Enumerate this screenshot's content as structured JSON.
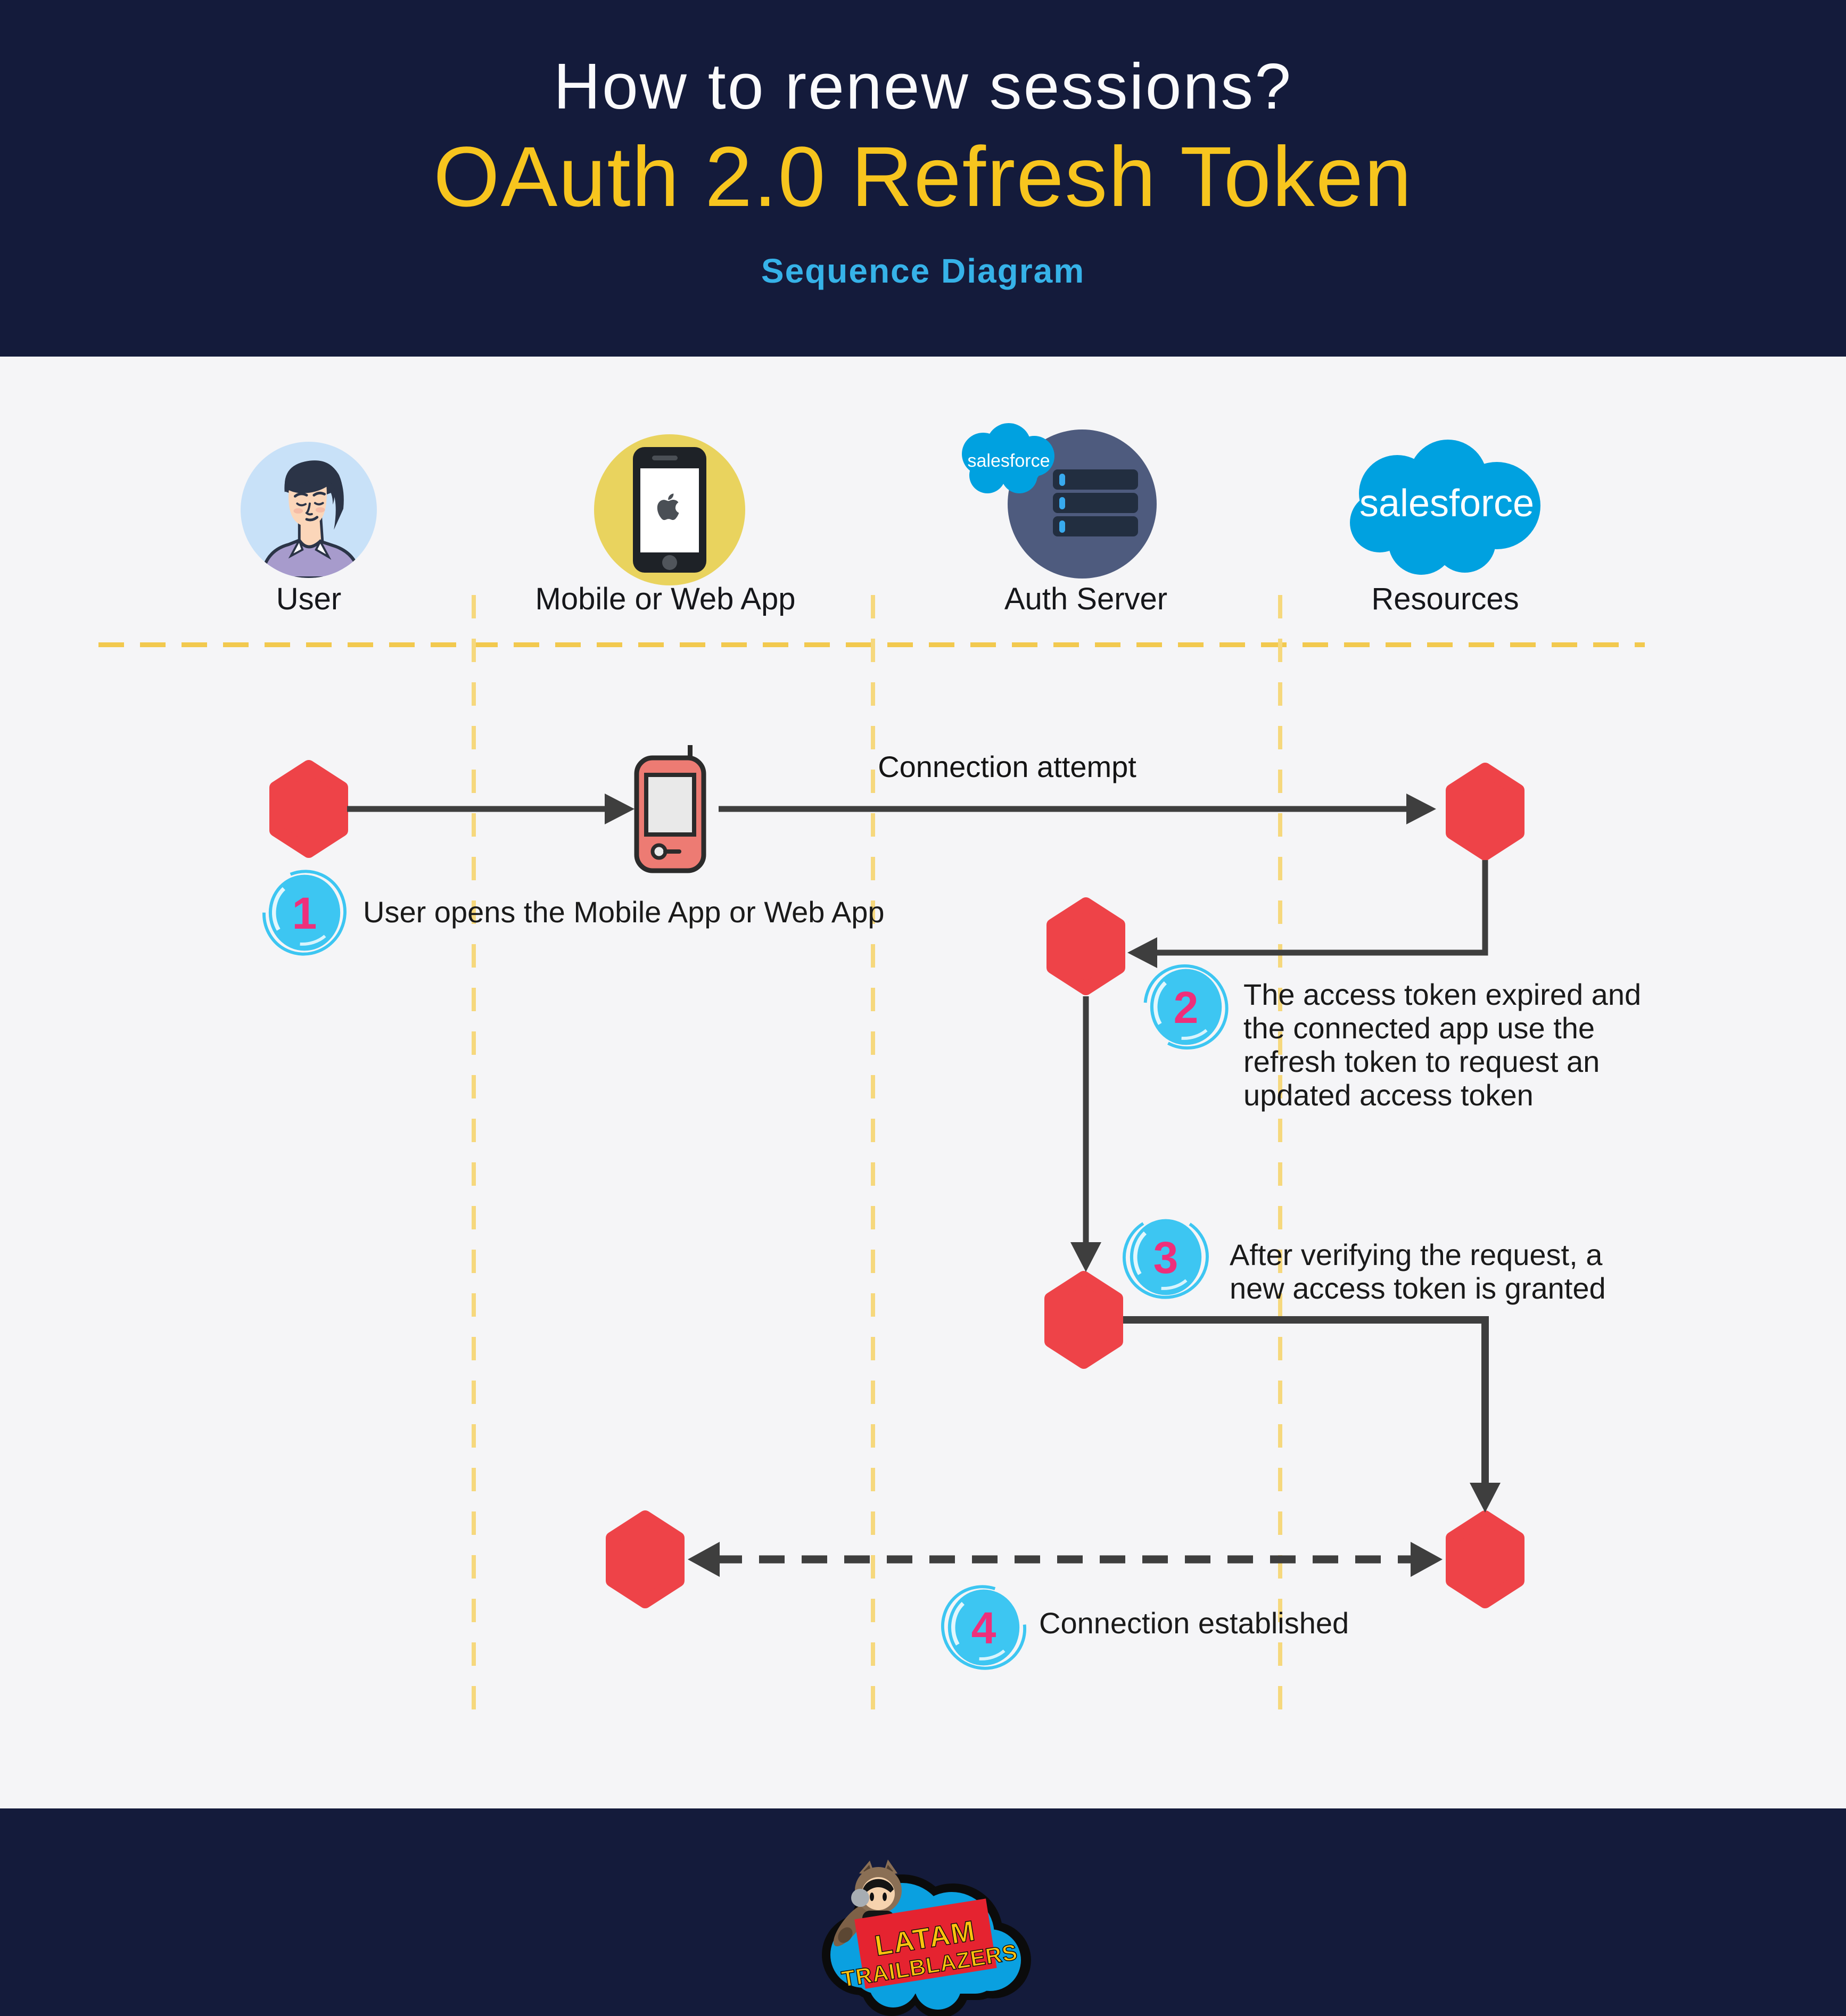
{
  "header": {
    "title": "How to renew sessions?",
    "subtitle": "OAuth 2.0 Refresh Token",
    "tagline": "Sequence Diagram"
  },
  "actors": [
    {
      "label": "User"
    },
    {
      "label": "Mobile or Web App"
    },
    {
      "label": "Auth Server"
    },
    {
      "label": "Resources"
    }
  ],
  "salesforce": {
    "wordmark": "salesforce"
  },
  "messages": {
    "connection_attempt": "Connection attempt"
  },
  "steps": [
    {
      "number": "1",
      "lines": [
        "User opens the Mobile App or Web App"
      ]
    },
    {
      "number": "2",
      "lines": [
        "The access token expired and",
        "the connected app use the",
        "refresh token to request an",
        "updated access token"
      ]
    },
    {
      "number": "3",
      "lines": [
        "After verifying the request, a",
        "new access token is granted"
      ]
    },
    {
      "number": "4",
      "lines": [
        "Connection established"
      ]
    }
  ],
  "footer": {
    "brand_line1": "LATAM",
    "brand_line2": "TRAILBLAZERS"
  },
  "colors": {
    "navy": "#141B3B",
    "title_yellow": "#F7C51E",
    "tagline_blue": "#36B2E8",
    "hexagon_red": "#EE4348",
    "arrow_gray": "#3E3E3E",
    "lifeline_yellow": "#F6D87D",
    "separator_yellow": "#F2C94F",
    "badge_blue": "#3DC6F2",
    "badge_pink": "#EE2F7B",
    "salesforce_blue": "#00A1E0",
    "user_circle": "#C8E1F8",
    "mobile_circle": "#E9D35E",
    "auth_circle": "#4E5B7E"
  }
}
